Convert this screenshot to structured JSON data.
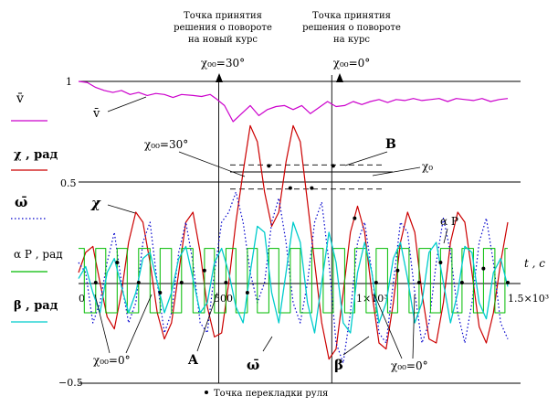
{
  "chart_data": {
    "type": "line",
    "xlabel": "t , с",
    "xlim": [
      0,
      1500
    ],
    "ylim": [
      -0.5,
      1
    ],
    "x_ticks": [
      {
        "value": 0,
        "label": "0"
      },
      {
        "value": 500,
        "label": "500"
      },
      {
        "value": 1000,
        "label": "1×10³"
      },
      {
        "value": 1500,
        "label": "1.5×10³"
      }
    ],
    "y_ticks": [
      {
        "value": 1,
        "label": "1"
      },
      {
        "value": 0.5,
        "label": "0.5"
      },
      {
        "value": -0.5,
        "label": "−0.5"
      }
    ],
    "legend": [
      {
        "label": "v̄",
        "color": "#cc00cc",
        "dash": "solid"
      },
      {
        "label": "χ , рад",
        "color": "#cc0000",
        "dash": "solid"
      },
      {
        "label": "ω̄",
        "color": "#0000cc",
        "dash": "dotted"
      },
      {
        "label": "α P , рад",
        "color": "#00bb00",
        "dash": "solid"
      },
      {
        "label": "β , рад",
        "color": "#00cccc",
        "dash": "solid"
      }
    ],
    "series": [
      {
        "name": "v̄",
        "color": "#cc00cc",
        "width": 1.2,
        "dash": "",
        "x": [
          0,
          30,
          60,
          90,
          120,
          150,
          180,
          210,
          240,
          270,
          300,
          330,
          360,
          400,
          430,
          460,
          480,
          510,
          540,
          570,
          600,
          630,
          660,
          690,
          720,
          750,
          780,
          810,
          840,
          870,
          900,
          930,
          960,
          990,
          1020,
          1050,
          1080,
          1110,
          1140,
          1170,
          1200,
          1230,
          1260,
          1290,
          1320,
          1350,
          1380,
          1410,
          1440,
          1470,
          1500
        ],
        "y": [
          1.0,
          0.995,
          0.97,
          0.955,
          0.945,
          0.955,
          0.935,
          0.945,
          0.93,
          0.94,
          0.935,
          0.92,
          0.935,
          0.93,
          0.925,
          0.935,
          0.915,
          0.88,
          0.8,
          0.84,
          0.88,
          0.83,
          0.86,
          0.875,
          0.88,
          0.86,
          0.88,
          0.84,
          0.87,
          0.9,
          0.875,
          0.88,
          0.9,
          0.885,
          0.9,
          0.91,
          0.895,
          0.91,
          0.905,
          0.915,
          0.905,
          0.91,
          0.915,
          0.9,
          0.915,
          0.91,
          0.905,
          0.915,
          0.9,
          0.91,
          0.915
        ]
      },
      {
        "name": "χ , рад",
        "color": "#cc0000",
        "width": 1.2,
        "dash": "",
        "x": [
          0,
          25,
          50,
          75,
          100,
          125,
          150,
          175,
          200,
          225,
          250,
          275,
          300,
          325,
          350,
          375,
          400,
          425,
          450,
          475,
          500,
          525,
          550,
          575,
          600,
          625,
          650,
          675,
          700,
          725,
          750,
          775,
          800,
          825,
          850,
          875,
          900,
          925,
          950,
          975,
          1000,
          1025,
          1050,
          1075,
          1100,
          1125,
          1150,
          1175,
          1200,
          1225,
          1250,
          1275,
          1300,
          1325,
          1350,
          1375,
          1400,
          1425,
          1450,
          1475,
          1500
        ],
        "y": [
          0.05,
          0.15,
          0.18,
          0.0,
          -0.17,
          -0.23,
          -0.05,
          0.2,
          0.35,
          0.3,
          0.1,
          -0.15,
          -0.28,
          -0.2,
          0.05,
          0.3,
          0.35,
          0.15,
          -0.12,
          -0.27,
          -0.25,
          0.0,
          0.3,
          0.55,
          0.78,
          0.7,
          0.45,
          0.28,
          0.35,
          0.6,
          0.78,
          0.7,
          0.4,
          0.1,
          -0.2,
          -0.38,
          -0.33,
          -0.05,
          0.25,
          0.38,
          0.25,
          -0.05,
          -0.3,
          -0.33,
          -0.1,
          0.2,
          0.35,
          0.25,
          -0.05,
          -0.28,
          -0.3,
          -0.1,
          0.2,
          0.35,
          0.3,
          0.05,
          -0.22,
          -0.3,
          -0.15,
          0.1,
          0.3
        ]
      },
      {
        "name": "ω̄",
        "color": "#0000cc",
        "width": 1.2,
        "dash": "1.5,2.5",
        "x": [
          0,
          25,
          50,
          75,
          100,
          125,
          150,
          175,
          200,
          225,
          250,
          275,
          300,
          325,
          350,
          375,
          400,
          425,
          450,
          475,
          500,
          525,
          550,
          575,
          600,
          625,
          650,
          675,
          700,
          725,
          750,
          775,
          800,
          825,
          850,
          875,
          900,
          925,
          950,
          975,
          1000,
          1025,
          1050,
          1075,
          1100,
          1125,
          1150,
          1175,
          1200,
          1225,
          1250,
          1275,
          1300,
          1325,
          1350,
          1375,
          1400,
          1425,
          1450,
          1475,
          1500
        ],
        "y": [
          0.1,
          0.05,
          -0.2,
          -0.1,
          0.1,
          0.25,
          0.0,
          -0.2,
          -0.1,
          0.2,
          0.3,
          0.0,
          -0.25,
          -0.15,
          0.15,
          0.3,
          0.1,
          -0.2,
          -0.25,
          0.05,
          0.3,
          0.35,
          0.45,
          0.3,
          0.05,
          -0.1,
          0.0,
          0.3,
          0.42,
          0.2,
          -0.1,
          -0.2,
          0.0,
          0.3,
          0.4,
          0.1,
          -0.3,
          -0.4,
          -0.15,
          0.2,
          0.3,
          0.05,
          -0.25,
          -0.3,
          0.0,
          0.3,
          0.25,
          -0.05,
          -0.3,
          -0.2,
          0.1,
          0.32,
          0.15,
          -0.15,
          -0.3,
          -0.1,
          0.2,
          0.32,
          0.1,
          -0.2,
          -0.28
        ]
      },
      {
        "name": "α P , рад",
        "color": "#00bb00",
        "width": 1.0,
        "dash": "",
        "x": [
          0,
          20,
          20,
          60,
          60,
          95,
          95,
          135,
          135,
          170,
          170,
          210,
          210,
          250,
          250,
          285,
          285,
          325,
          325,
          360,
          360,
          400,
          400,
          440,
          440,
          475,
          475,
          515,
          515,
          550,
          550,
          590,
          590,
          625,
          625,
          665,
          665,
          700,
          700,
          740,
          740,
          775,
          775,
          815,
          815,
          855,
          855,
          890,
          890,
          930,
          930,
          965,
          965,
          1005,
          1005,
          1040,
          1040,
          1080,
          1080,
          1115,
          1115,
          1155,
          1155,
          1190,
          1190,
          1230,
          1230,
          1265,
          1265,
          1305,
          1305,
          1340,
          1340,
          1380,
          1380,
          1415,
          1415,
          1455,
          1455,
          1490,
          1490,
          1500
        ],
        "y": [
          0.17,
          0.17,
          -0.15,
          -0.15,
          0.17,
          0.17,
          -0.15,
          -0.15,
          0.17,
          0.17,
          -0.15,
          -0.15,
          0.17,
          0.17,
          -0.15,
          -0.15,
          0.17,
          0.17,
          -0.15,
          -0.15,
          0.17,
          0.17,
          -0.15,
          -0.15,
          0.17,
          0.17,
          -0.15,
          -0.15,
          0.17,
          0.17,
          -0.15,
          -0.15,
          0.17,
          0.17,
          -0.15,
          -0.15,
          0.17,
          0.17,
          -0.15,
          -0.15,
          0.17,
          0.17,
          -0.15,
          -0.15,
          0.17,
          0.17,
          -0.15,
          -0.15,
          0.17,
          0.17,
          -0.15,
          -0.15,
          0.17,
          0.17,
          -0.15,
          -0.15,
          0.17,
          0.17,
          -0.15,
          -0.15,
          0.17,
          0.17,
          -0.15,
          -0.15,
          0.17,
          0.17,
          -0.15,
          -0.15,
          0.17,
          0.17,
          -0.15,
          -0.15,
          0.17,
          0.17,
          -0.15,
          -0.15,
          0.17,
          0.17,
          -0.15,
          -0.15,
          0.17,
          0.17
        ]
      },
      {
        "name": "β , рад",
        "color": "#00cccc",
        "width": 1.3,
        "dash": "",
        "x": [
          0,
          25,
          50,
          75,
          100,
          125,
          150,
          175,
          200,
          225,
          250,
          275,
          300,
          325,
          350,
          375,
          400,
          425,
          450,
          475,
          500,
          525,
          550,
          575,
          600,
          625,
          650,
          675,
          700,
          725,
          750,
          775,
          800,
          825,
          850,
          875,
          900,
          925,
          950,
          975,
          1000,
          1025,
          1050,
          1075,
          1100,
          1125,
          1150,
          1175,
          1200,
          1225,
          1250,
          1275,
          1300,
          1325,
          1350,
          1375,
          1400,
          1425,
          1450,
          1475,
          1500
        ],
        "y": [
          0.02,
          0.08,
          -0.05,
          -0.15,
          0.05,
          0.12,
          -0.02,
          -0.15,
          -0.05,
          0.12,
          0.15,
          0.0,
          -0.15,
          -0.05,
          0.12,
          0.18,
          0.02,
          -0.15,
          -0.1,
          0.1,
          0.17,
          0.05,
          -0.12,
          -0.2,
          0.05,
          0.28,
          0.25,
          -0.05,
          -0.2,
          0.05,
          0.3,
          0.2,
          -0.1,
          -0.25,
          0.0,
          0.25,
          0.1,
          -0.2,
          -0.25,
          0.05,
          0.2,
          0.05,
          -0.2,
          -0.1,
          0.12,
          0.2,
          0.02,
          -0.2,
          -0.1,
          0.15,
          0.2,
          0.0,
          -0.2,
          -0.05,
          0.18,
          0.15,
          -0.1,
          -0.18,
          0.05,
          0.12,
          -0.02
        ]
      }
    ],
    "switch_points": [
      {
        "x": 60,
        "y": 0.0
      },
      {
        "x": 135,
        "y": 0.1
      },
      {
        "x": 210,
        "y": 0.0
      },
      {
        "x": 285,
        "y": -0.05
      },
      {
        "x": 360,
        "y": 0.0
      },
      {
        "x": 440,
        "y": 0.06
      },
      {
        "x": 515,
        "y": 0.0
      },
      {
        "x": 590,
        "y": -0.05
      },
      {
        "x": 665,
        "y": 0.58
      },
      {
        "x": 740,
        "y": 0.47
      },
      {
        "x": 815,
        "y": 0.47
      },
      {
        "x": 890,
        "y": 0.58
      },
      {
        "x": 965,
        "y": 0.32
      },
      {
        "x": 1040,
        "y": 0.0
      },
      {
        "x": 1115,
        "y": 0.06
      },
      {
        "x": 1190,
        "y": 0.0
      },
      {
        "x": 1265,
        "y": 0.1
      },
      {
        "x": 1340,
        "y": 0.0
      },
      {
        "x": 1415,
        "y": 0.07
      },
      {
        "x": 1500,
        "y": 0.0
      }
    ],
    "reference_lines": [
      {
        "type": "h",
        "y": 0.5,
        "style": "solid"
      },
      {
        "type": "h",
        "y": 0.585,
        "style": "dashed"
      },
      {
        "type": "h",
        "y": 0.465,
        "style": "dashed"
      },
      {
        "type": "h",
        "y": 0.55,
        "style": "solid"
      },
      {
        "type": "v",
        "x": 490,
        "style": "solid"
      },
      {
        "type": "v",
        "x": 885,
        "style": "solid"
      }
    ],
    "annotations": {
      "decision_left": [
        "Точка принятия",
        "решения о повороте",
        "на новый курс"
      ],
      "decision_right": [
        "Точка принятия",
        "решения о повороте",
        "на курс"
      ],
      "chi_top_left": "χ₀₀=30°",
      "chi_top_right": "χ₀₀=0°",
      "chi_mid": "χ₀₀=30°",
      "chi_zero": "χ₀",
      "point_b": "B",
      "point_a": "A",
      "label_v": "v̄",
      "label_chi": "χ",
      "label_alpha": "α P",
      "label_chi_bottom_left": "χ₀₀=0°",
      "label_chi_bottom_right": "χ₀₀=0°",
      "label_omega": "ω̄",
      "label_beta": "β",
      "footnote": "Точка перекладки руля"
    }
  }
}
